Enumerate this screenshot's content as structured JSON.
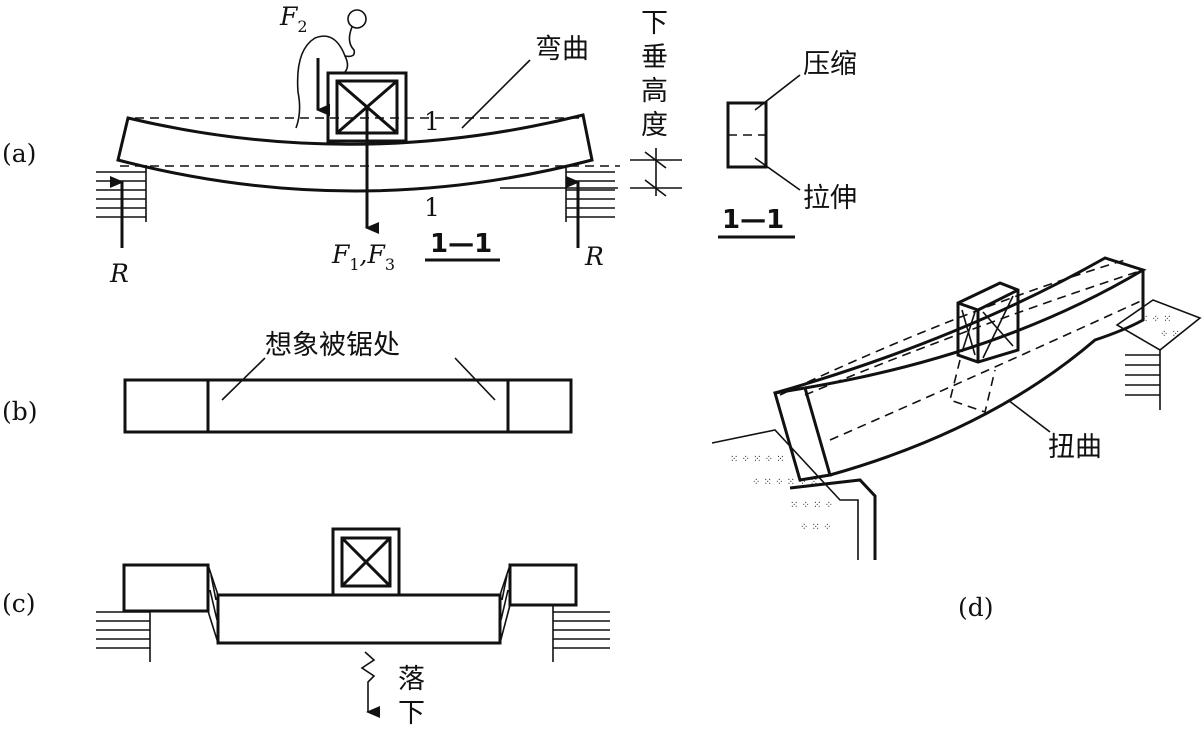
{
  "panels": {
    "a": {
      "label": "(a)",
      "bend": "弯曲",
      "sag": [
        "下",
        "垂",
        "高",
        "度"
      ],
      "compression": "压缩",
      "tension": "拉伸",
      "section_mark": "1",
      "section_title": "1—1",
      "section_title_right": "1—1",
      "reaction": "R",
      "force_top": "F",
      "force_top_sub": "2",
      "force_bottom": "F",
      "force_bottom_sub1": "1",
      "force_bottom_mid": ",F",
      "force_bottom_sub2": "3"
    },
    "b": {
      "label": "(b)",
      "saw_text": "想象被锯处"
    },
    "c": {
      "label": "(c)",
      "fall": [
        "落",
        "下"
      ]
    },
    "d": {
      "label": "(d)",
      "twist": "扭曲"
    }
  }
}
